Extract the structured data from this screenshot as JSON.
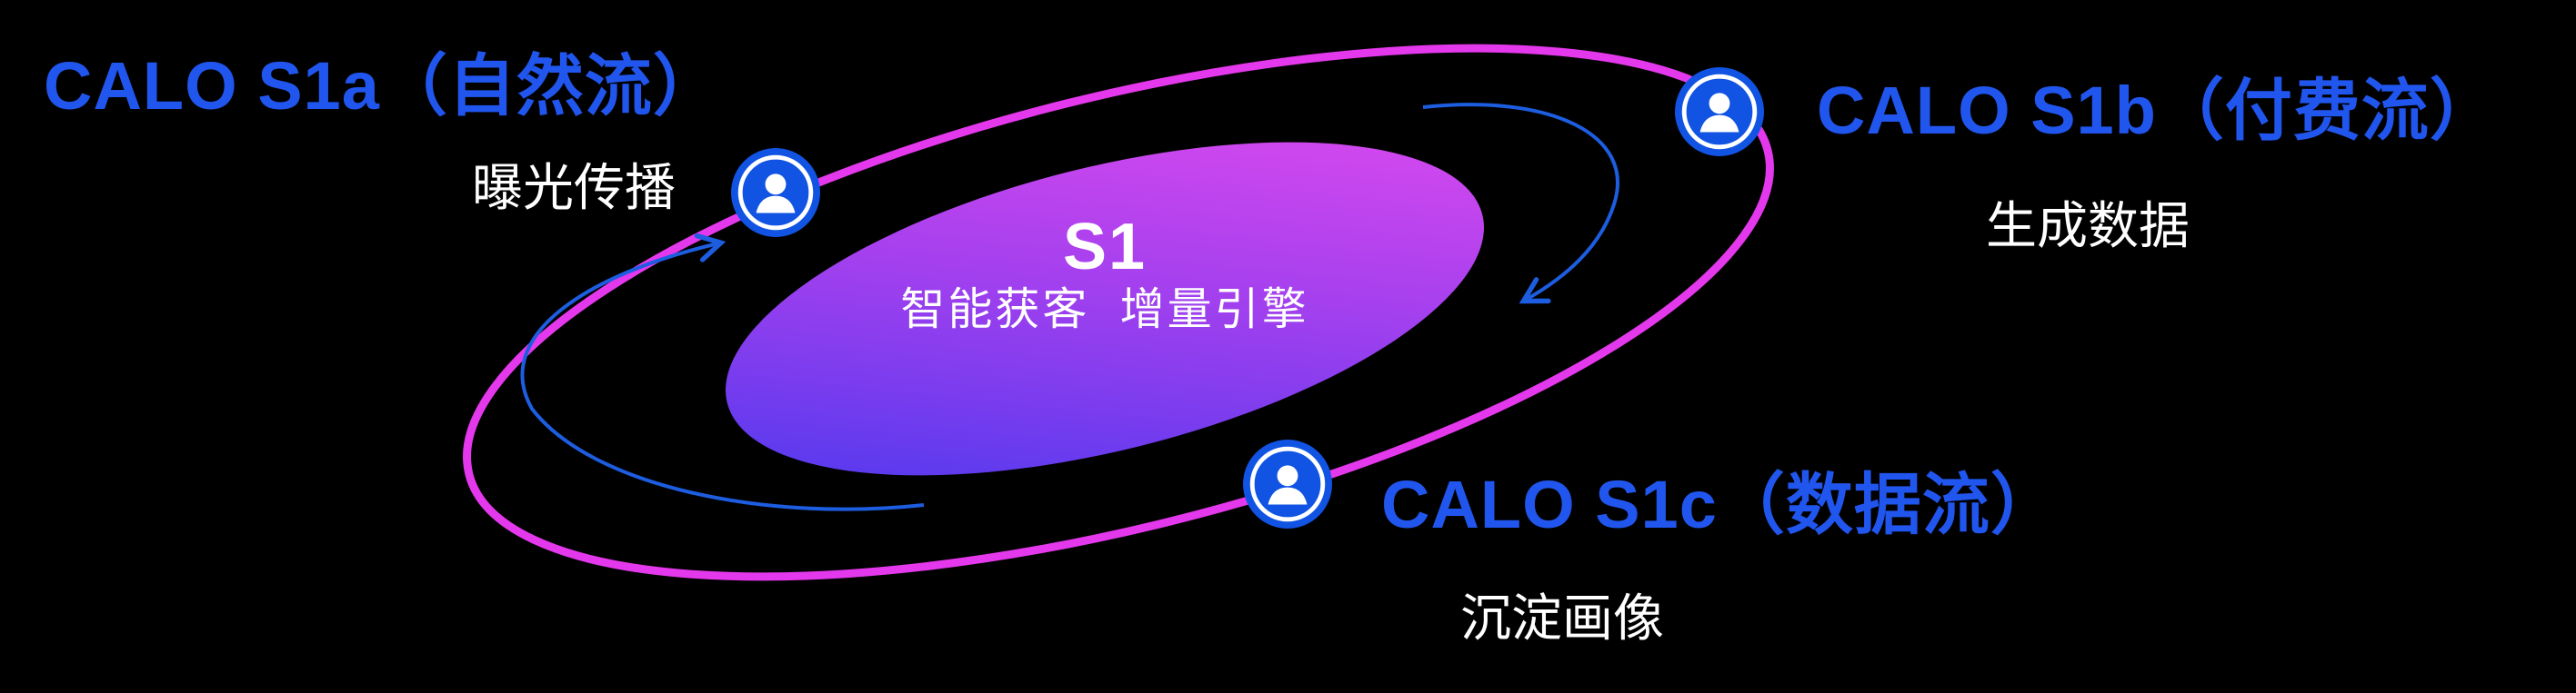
{
  "center": {
    "title": "S1",
    "subtitle": "智能获客  增量引擎"
  },
  "nodes": [
    {
      "id": "s1a",
      "label": "CALO S1a（自然流）",
      "sublabel": "曝光传播",
      "icon": "user-icon"
    },
    {
      "id": "s1b",
      "label": "CALO S1b（付费流）",
      "sublabel": "生成数据",
      "icon": "user-icon"
    },
    {
      "id": "s1c",
      "label": "CALO S1c（数据流）",
      "sublabel": "沉淀画像",
      "icon": "user-icon"
    }
  ],
  "colors": {
    "background": "#000000",
    "label_blue": "#2156ee",
    "ring_magenta": "#e438ec",
    "icon_blue": "#1153e2",
    "arrow_blue": "#1d5de0",
    "core_gradient_start": "#4338ee",
    "core_gradient_end": "#e44bee",
    "text_white": "#ffffff"
  }
}
